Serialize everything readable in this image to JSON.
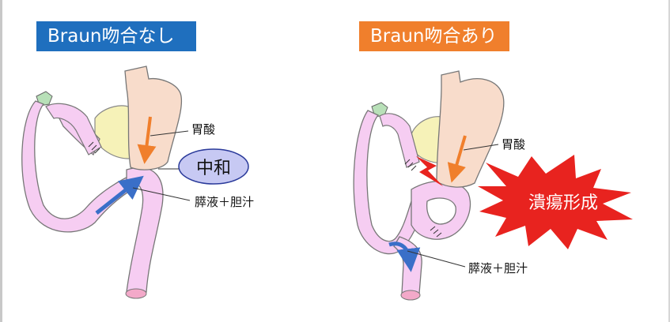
{
  "left_panel": {
    "title": "Braun吻合なし",
    "gastric_acid_label": "胃酸",
    "neutralize_label": "中和",
    "juice_label": "膵液＋胆汁"
  },
  "right_panel": {
    "title": "Braun吻合あり",
    "gastric_acid_label": "胃酸",
    "ulcer_label": "潰瘍形成",
    "juice_label": "膵液＋胆汁"
  },
  "colors": {
    "left_title_bg": "#1f6fbe",
    "right_title_bg": "#f07f2c",
    "stomach": "#f8dccb",
    "intestine": "#f6cdf2",
    "pancreas": "#f6f2b8",
    "acid_arrow": "#f07f2c",
    "juice_arrow": "#3a6fc8",
    "neutral_bubble": "#c7c9f3",
    "burst": "#e8231f"
  }
}
